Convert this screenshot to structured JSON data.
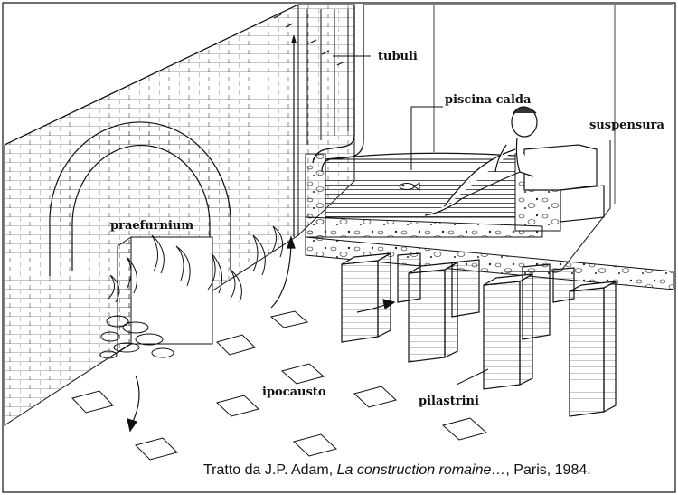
{
  "labels": {
    "tubuli": "tubuli",
    "piscina_calda": "piscina calda",
    "suspensura": "suspensura",
    "praefurnium": "praefurnium",
    "ipocausto": "ipocausto",
    "pilastrini": "pilastrini"
  },
  "caption": {
    "prefix": "Tratto da J.P. Adam, ",
    "title": "La construction romaine…",
    "suffix": ", Paris, 1984."
  },
  "colors": {
    "ink": "#111111",
    "paper": "#ffffff",
    "water": "#555555"
  },
  "icons": {
    "bather": "bather-figure",
    "fish": "fish-icon",
    "fire": "fire-flames",
    "arrows": "hot-air-flow-arrows"
  }
}
